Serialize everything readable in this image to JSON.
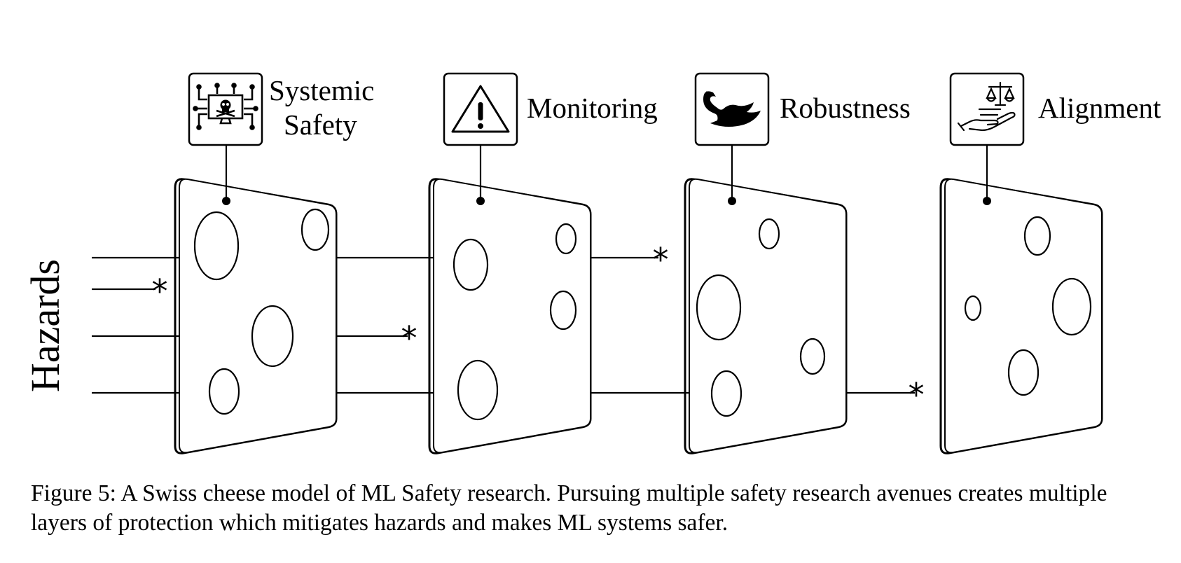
{
  "diagram": {
    "axis_label": "Hazards",
    "layers": [
      {
        "title_lines": [
          "Systemic",
          "Safety"
        ],
        "icon": "computer-skull-icon"
      },
      {
        "title_lines": [
          "Monitoring"
        ],
        "icon": "warning-triangle-icon"
      },
      {
        "title_lines": [
          "Robustness"
        ],
        "icon": "black-swan-icon"
      },
      {
        "title_lines": [
          "Alignment"
        ],
        "icon": "scales-hand-icon"
      }
    ],
    "hazard_lines": 4,
    "hazard_marker": "*"
  },
  "caption": {
    "text": "Figure 5: A Swiss cheese model of ML Safety research. Pursuing multiple safety research avenues creates multiple layers of protection which mitigates hazards and makes ML systems safer."
  }
}
